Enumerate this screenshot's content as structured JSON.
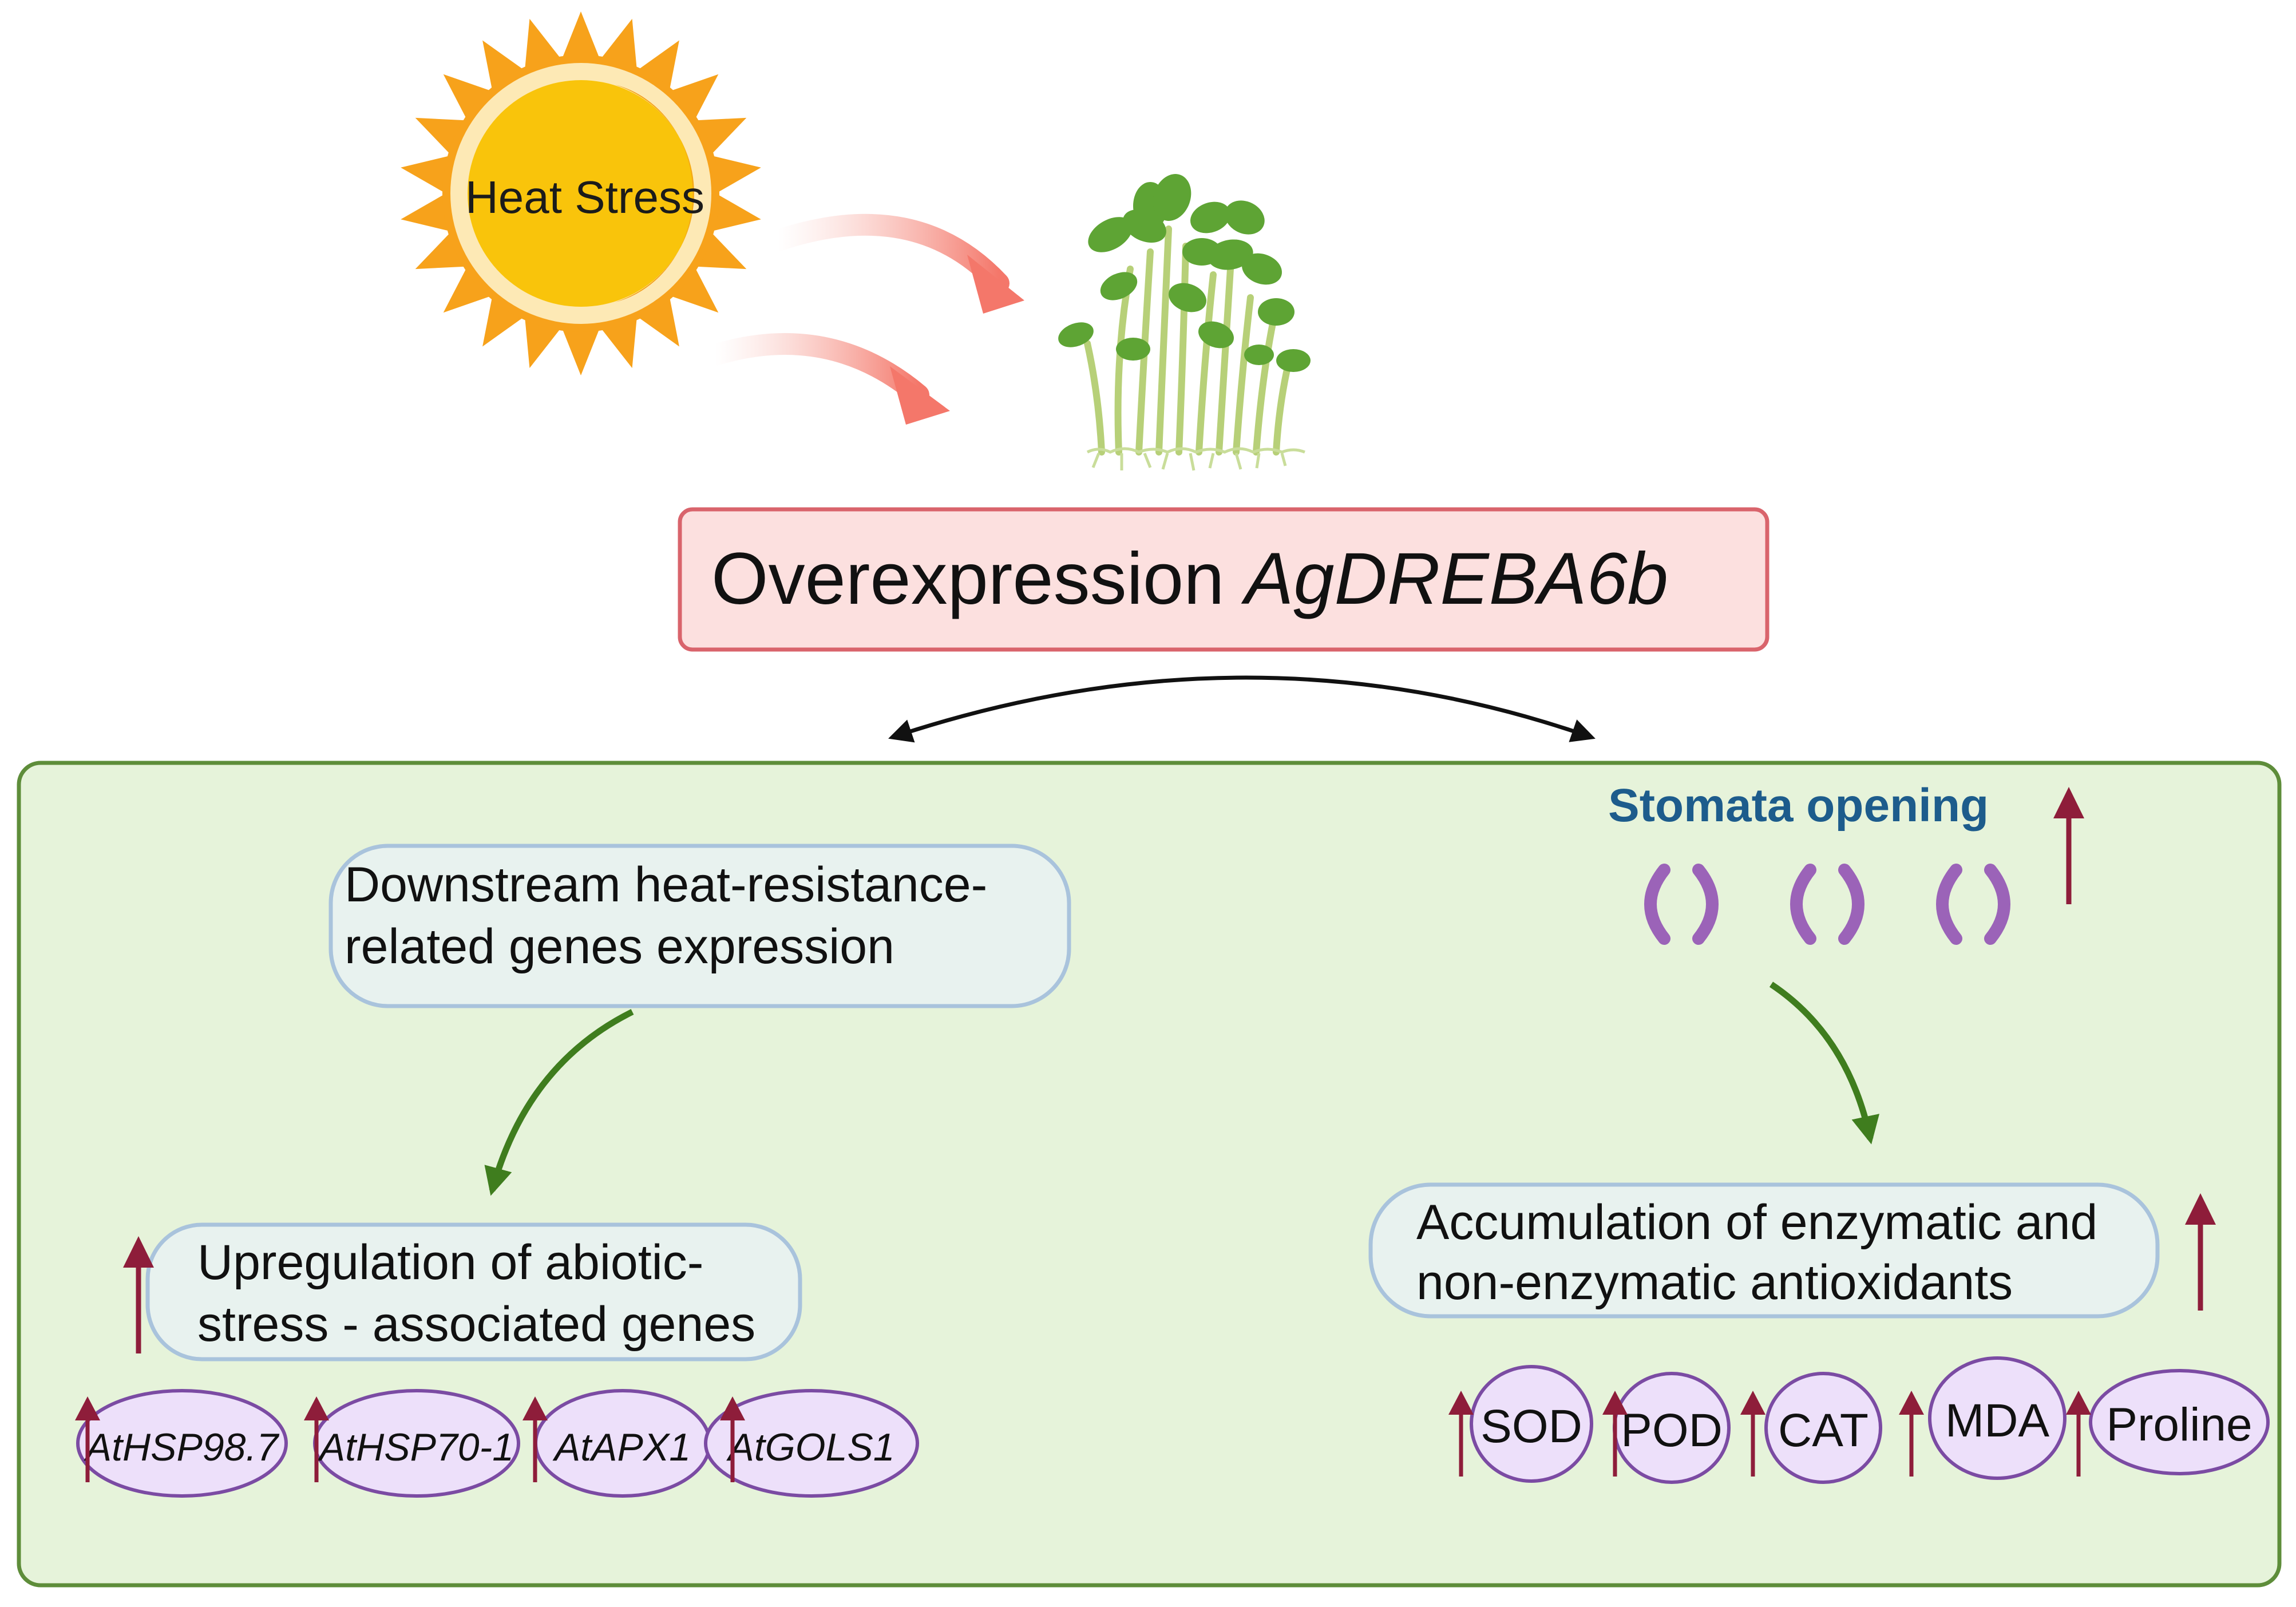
{
  "sun": {
    "label": "Heat Stress",
    "colors": {
      "rays": "#f7a21b",
      "outer": "#fde9b5",
      "core": "#f9c40b",
      "shade": "#f4a21b"
    }
  },
  "overexpression": {
    "label": "Overexpression",
    "gene": "AgDREBA6b",
    "colors": {
      "fill": "#fce0df",
      "stroke": "#d9646c"
    }
  },
  "panel": {
    "colors": {
      "fill": "#e6f3da",
      "stroke": "#5e8d3a"
    }
  },
  "left": {
    "downstream_line1": "Downstream heat-resistance-",
    "downstream_line2": "related genes expression",
    "upregulation_line1": "Upregulation of abiotic-",
    "upregulation_line2": "stress - associated genes",
    "genes": [
      "AtHSP98.7",
      "AtHSP70-1",
      "AtAPX1",
      "AtGOLS1"
    ]
  },
  "right": {
    "stomata_label": "Stomata opening",
    "accumulation_line1": "Accumulation of enzymatic and",
    "accumulation_line2": "non-enzymatic antioxidants",
    "antioxidants": [
      "SOD",
      "POD",
      "CAT",
      "MDA",
      "Proline"
    ]
  },
  "colors": {
    "bubble_fill": "#e8f2ef",
    "bubble_stroke": "#a9c3dc",
    "chip_fill": "#ede0fa",
    "chip_stroke": "#7b4ba3",
    "up_arrow": "#8e1d3a",
    "green_arrow": "#3f7d1e",
    "stomata": "#9b63b8",
    "stomata_label": "#1d5c8c",
    "heat_arrow": "#f27a6b"
  }
}
